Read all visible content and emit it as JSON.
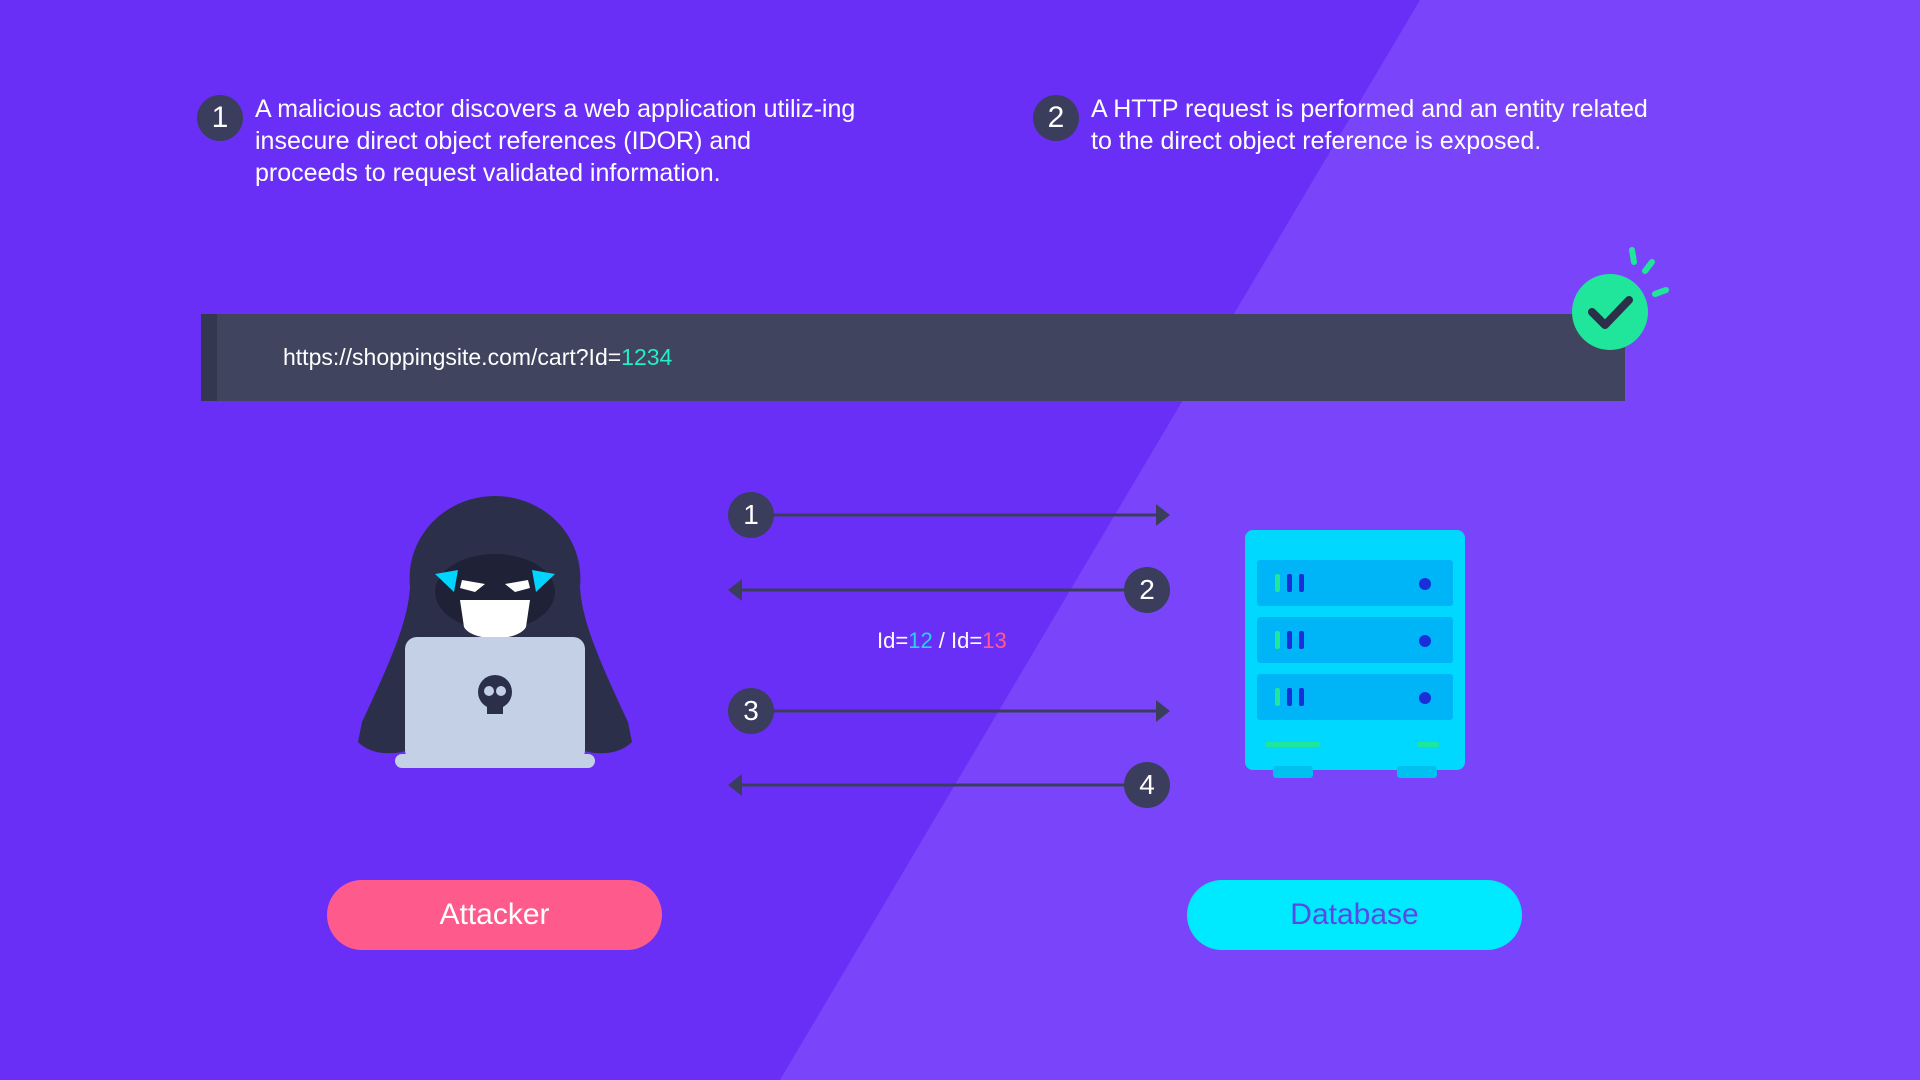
{
  "steps": [
    {
      "number": "1",
      "text": "A malicious actor discovers a web application utiliz-ing insecure direct object references (IDOR) and proceeds to request validated information."
    },
    {
      "number": "2",
      "text": "A HTTP request is performed and an entity related to the direct object reference is exposed."
    }
  ],
  "url_bar": {
    "base": "https://shoppingsite.com/cart?Id=",
    "id": "1234"
  },
  "flow": {
    "arrows": [
      {
        "number": "1",
        "direction": "right"
      },
      {
        "number": "2",
        "direction": "left"
      },
      {
        "number": "3",
        "direction": "right"
      },
      {
        "number": "4",
        "direction": "left"
      }
    ],
    "ids": {
      "prefix1": "Id=",
      "value1": "12",
      "sep": " / Id=",
      "value2": "13"
    }
  },
  "labels": {
    "attacker": "Attacker",
    "database": "Database"
  },
  "icons": {
    "attacker": "hooded-hacker-icon",
    "database": "server-icon",
    "check": "check-circle-icon"
  },
  "colors": {
    "background": "#6a2ff7",
    "attacker_pill": "#ff5a8c",
    "database_pill": "#00eaff",
    "check": "#1fe69a",
    "url_id": "#1ff0c8"
  }
}
